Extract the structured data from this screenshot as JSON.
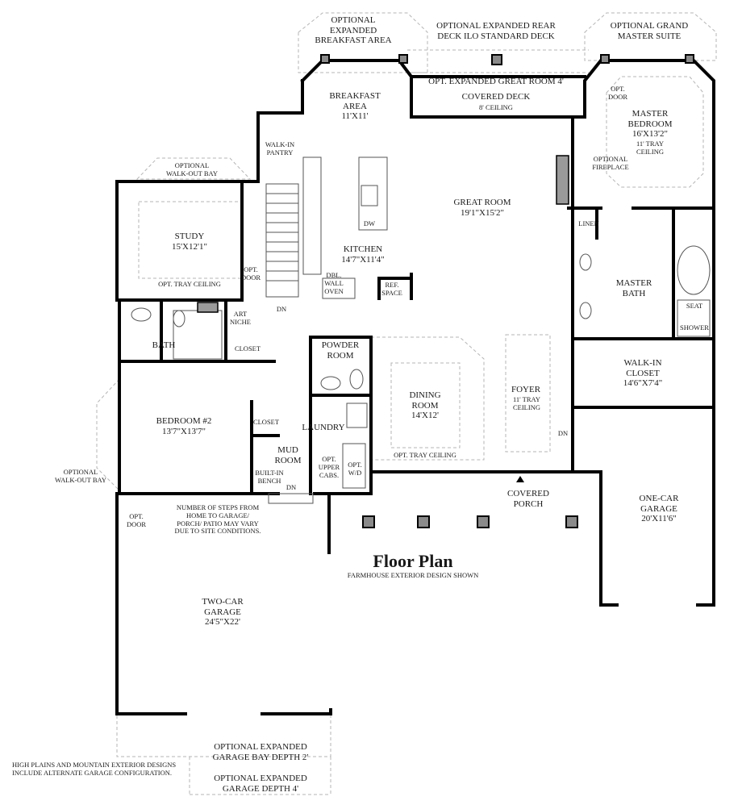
{
  "title": "Floor Plan",
  "subtitle": "FARMHOUSE EXTERIOR DESIGN SHOWN",
  "labels": {
    "opt_expanded_breakfast": "OPTIONAL\nEXPANDED\nBREAKFAST AREA",
    "opt_expanded_rear_deck": "OPTIONAL EXPANDED REAR\nDECK ILO STANDARD DECK",
    "opt_grand_master": "OPTIONAL GRAND\nMASTER SUITE",
    "opt_expanded_great_room": "OPT. EXPANDED GREAT ROOM 4'",
    "covered_deck": "COVERED DECK",
    "covered_deck_ceiling": "8' CEILING",
    "breakfast_area": "BREAKFAST\nAREA\n11'X11'",
    "opt_door_master": "OPT.\nDOOR",
    "master_bedroom": "MASTER\nBEDROOM\n16'X13'2\"",
    "master_bedroom_ceiling": "11' TRAY\nCEILING",
    "optional_fireplace": "OPTIONAL\nFIREPLACE",
    "walk_in_pantry": "WALK-IN\nPANTRY",
    "great_room": "GREAT ROOM\n19'1\"X15'2\"",
    "dw": "DW",
    "linen": "LINEN",
    "optional_walkout_bay_top": "OPTIONAL\nWALK-OUT BAY",
    "study": "STUDY\n15'X12'1\"",
    "opt_tray_ceiling_study": "OPT. TRAY CEILING",
    "opt_door_study": "OPT.\nDOOR",
    "kitchen": "KITCHEN\n14'7\"X11'4\"",
    "dbl_wall_oven": "DBL.\nWALL\nOVEN",
    "ref_space": "REF.\nSPACE",
    "master_bath": "MASTER\nBATH",
    "seat": "SEAT",
    "shower": "SHOWER",
    "dn_stairs": "DN",
    "art_niche": "ART\nNICHE",
    "bath": "BATH",
    "closet_hall": "CLOSET",
    "powder_room": "POWDER\nROOM",
    "walk_in_closet": "WALK-IN\nCLOSET\n14'6\"X7'4\"",
    "dining_room": "DINING\nROOM\n14'X12'",
    "foyer": "FOYER",
    "foyer_ceiling": "11' TRAY\nCEILING",
    "bedroom2": "BEDROOM #2\n13'7\"X13'7\"",
    "closet_bed2": "CLOSET",
    "laundry": "LAUNDRY",
    "mud_room": "MUD\nROOM",
    "built_in_bench": "BUILT-IN\nBENCH",
    "opt_upper_cabs": "OPT.\nUPPER\nCABS.",
    "opt_wd": "OPT.\nW/D",
    "dn_mud": "DN",
    "opt_tray_ceiling_dining": "OPT. TRAY CEILING",
    "dn_foyer": "DN",
    "optional_walkout_bay_left": "OPTIONAL\nWALK-OUT BAY",
    "covered_porch": "COVERED\nPORCH",
    "one_car_garage": "ONE-CAR\nGARAGE\n20'X11'6\"",
    "opt_door_garage": "OPT.\nDOOR",
    "steps_note": "NUMBER OF STEPS FROM\nHOME TO GARAGE/\nPORCH/ PATIO MAY VARY\nDUE TO SITE CONDITIONS.",
    "two_car_garage": "TWO-CAR\nGARAGE\n24'5\"X22'",
    "opt_expanded_bay": "OPTIONAL EXPANDED\nGARAGE BAY DEPTH 2'",
    "opt_expanded_garage_depth": "OPTIONAL EXPANDED\nGARAGE DEPTH 4'",
    "exterior_note": "HIGH PLAINS AND MOUNTAIN EXTERIOR DESIGNS\nINCLUDE ALTERNATE GARAGE CONFIGURATION."
  }
}
